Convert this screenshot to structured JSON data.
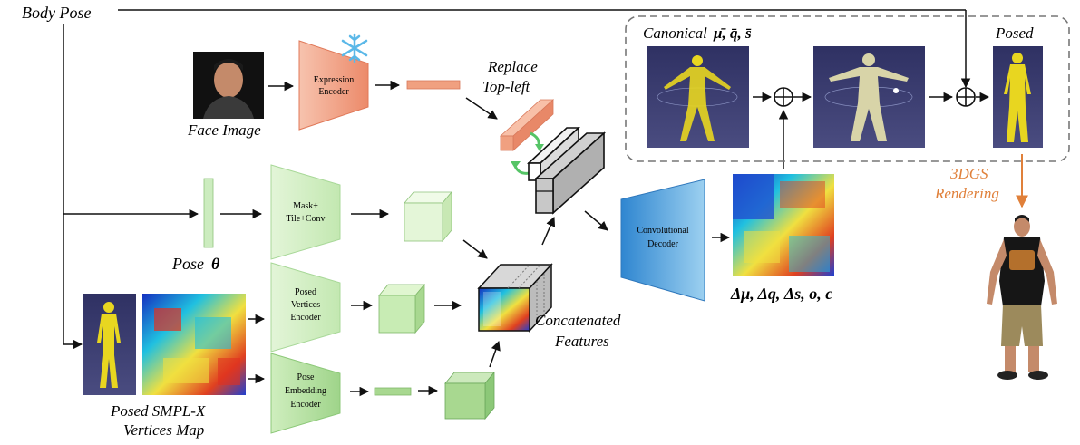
{
  "labels": {
    "body_pose": "Body Pose",
    "face_image": "Face Image",
    "expression_encoder_line1": "Expression",
    "expression_encoder_line2": "Encoder",
    "replace_line1": "Replace",
    "replace_line2": "Top-left",
    "canonical_prefix": "Canonical ",
    "canonical_symbols": "μ̄, q̄, s̄",
    "posed": "Posed",
    "rendering_line1": "3DGS",
    "rendering_line2": "Rendering",
    "mask_tile_line1": "Mask+",
    "mask_tile_line2": "Tile+Conv",
    "pose_theta_prefix": "Pose ",
    "pose_theta_symbol": "θ",
    "conv_decoder_line1": "Convolutional",
    "conv_decoder_line2": "Decoder",
    "delta_outputs": "Δμ, Δq, Δs, o, c",
    "posed_vertices_line1": "Posed",
    "posed_vertices_line2": "Vertices",
    "posed_vertices_line3": "Encoder",
    "pose_embed_line1": "Pose",
    "pose_embed_line2": "Embedding",
    "pose_embed_line3": "Encoder",
    "concat_line1": "Concatenated",
    "concat_line2": "Features",
    "smplx_line1": "Posed SMPL-X",
    "smplx_line2": "Vertices Map"
  },
  "colors": {
    "expression_encoder": "#f0a080",
    "pose_encoders": "#c8ebb8",
    "conv_decoder": "#5aa8dc",
    "rendering_arrow": "#e0803a",
    "avatar_bg": "#3b3d6e",
    "mesh_yellow": "#e8d620"
  },
  "icons": {
    "frozen": "snowflake-icon",
    "swap": "swap-arrows-icon",
    "add": "circled-plus-icon"
  }
}
